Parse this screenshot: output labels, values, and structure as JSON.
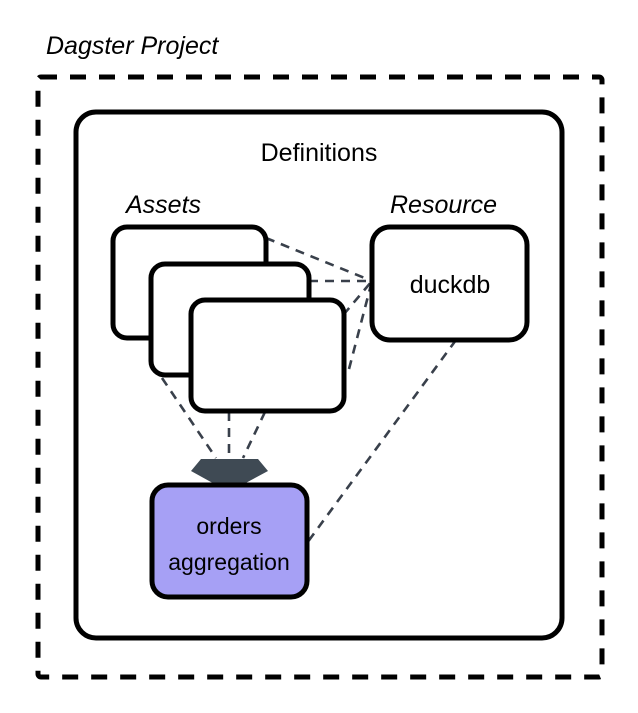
{
  "diagram": {
    "title": "Dagster Project",
    "colors": {
      "stroke": "#000000",
      "background": "#ffffff",
      "accent_fill": "#a6a0f5",
      "edge": "#39404b",
      "arrowhead": "#3f4a54"
    },
    "outer_container": {
      "label": "Dagster Project",
      "border_style": "dashed"
    },
    "inner_container": {
      "label": "Definitions",
      "border_style": "solid"
    },
    "groups": [
      {
        "id": "assets",
        "label": "Assets",
        "style": "italic"
      },
      {
        "id": "resource",
        "label": "Resource",
        "style": "italic"
      }
    ],
    "nodes": [
      {
        "id": "asset-1",
        "label": "",
        "fill": "#ffffff"
      },
      {
        "id": "asset-2",
        "label": "",
        "fill": "#ffffff"
      },
      {
        "id": "asset-3",
        "label": "",
        "fill": "#ffffff"
      },
      {
        "id": "duckdb",
        "label": "duckdb",
        "fill": "#ffffff"
      },
      {
        "id": "orders-aggregation",
        "label_line_1": "orders",
        "label_line_2": "aggregation",
        "fill": "#a6a0f5"
      }
    ],
    "edges": [
      {
        "from": "asset-1",
        "to": "duckdb",
        "style": "dashed"
      },
      {
        "from": "asset-2",
        "to": "duckdb",
        "style": "dashed"
      },
      {
        "from": "asset-3",
        "to": "duckdb",
        "style": "dashed"
      },
      {
        "from": "asset-1",
        "to": "orders-aggregation",
        "style": "dashed",
        "arrow": true
      },
      {
        "from": "asset-2",
        "to": "orders-aggregation",
        "style": "dashed",
        "arrow": true
      },
      {
        "from": "asset-3",
        "to": "orders-aggregation",
        "style": "dashed",
        "arrow": true
      },
      {
        "from": "duckdb",
        "to": "orders-aggregation",
        "style": "dashed"
      }
    ]
  }
}
